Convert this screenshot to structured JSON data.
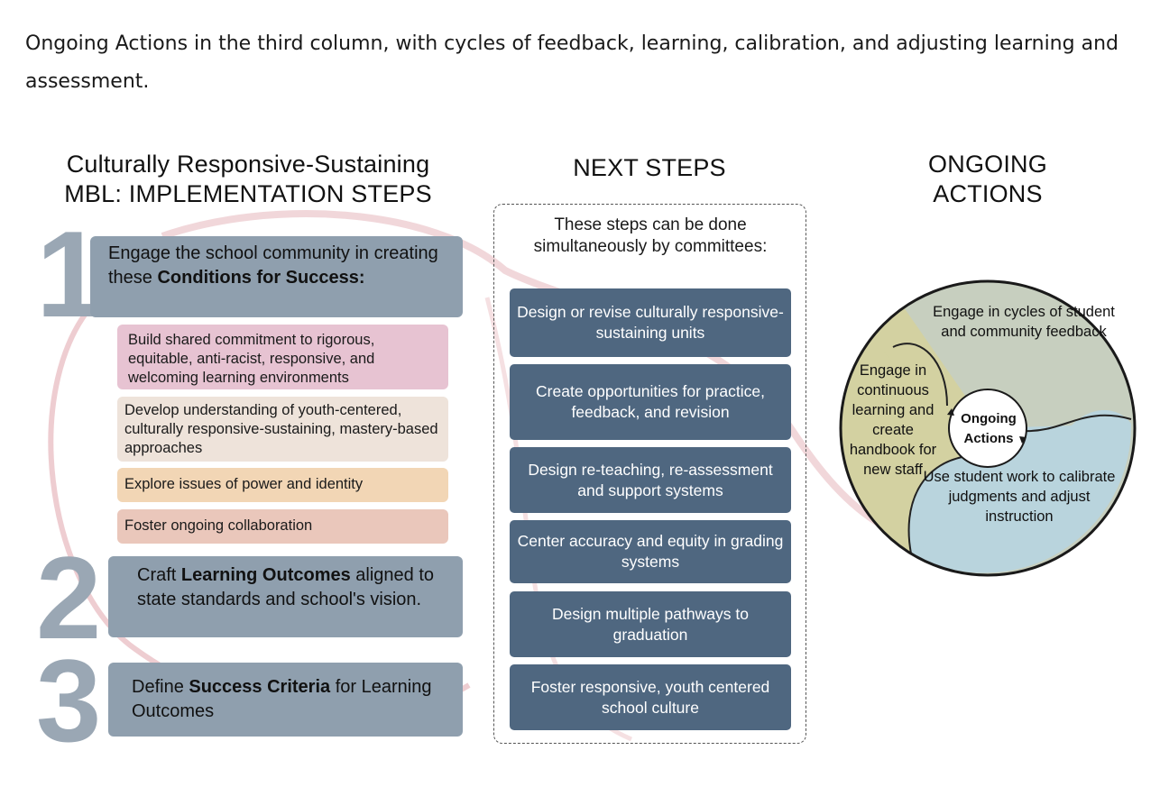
{
  "intro": {
    "text": "Ongoing Actions in the third column, with cycles of feedback, learning, calibration, and adjusting learning and assessment."
  },
  "left": {
    "heading_line1": "Culturally Responsive-Sustaining",
    "heading_line2": "MBL: IMPLEMENTATION STEPS",
    "steps": [
      {
        "number": "1",
        "text_before": "Engage the school community in creating these ",
        "bold": "Conditions for Success:",
        "text_after": ""
      },
      {
        "number": "2",
        "text_before": "Craft ",
        "bold": "Learning Outcomes",
        "text_after": " aligned to state standards and school's vision."
      },
      {
        "number": "3",
        "text_before": "Define ",
        "bold": "Success Criteria",
        "text_after": " for Learning Outcomes"
      }
    ],
    "conditions": [
      "Build shared commitment to rigorous, equitable, anti-racist, responsive, and welcoming learning environments",
      "Develop understanding of youth-centered, culturally responsive-sustaining, mastery-based approaches",
      "Explore issues of power and identity",
      "Foster ongoing collaboration"
    ]
  },
  "middle": {
    "heading": "NEXT STEPS",
    "intro": "These steps can be done simultaneously by committees:",
    "boxes": [
      "Design or revise culturally responsive-sustaining units",
      "Create opportunities for practice, feedback, and revision",
      "Design re-teaching, re-assessment and support systems",
      "Center accuracy and equity in grading systems",
      "Design multiple pathways to graduation",
      "Foster responsive, youth centered school culture"
    ]
  },
  "right": {
    "heading_line1": "ONGOING",
    "heading_line2": "ACTIONS",
    "center_line1": "Ongoing",
    "center_line2": "Actions",
    "segments": [
      "Engage in cycles of student and community feedback",
      "Engage in continuous learning and create handbook for new staff",
      "Use student work to calibrate judgments and adjust instruction"
    ]
  },
  "colors": {
    "step_box": "#8f9fae",
    "number": "#9aa7b4",
    "next_step_box": "#4f6780",
    "condition_1": "#e7c3d2",
    "condition_2": "#eee3da",
    "condition_3": "#f2d6b5",
    "condition_4": "#eac7bb",
    "segment_feedback": "#c7cfbf",
    "segment_learning": "#d3d1a1",
    "segment_calibrate": "#b9d4dd",
    "ribbon": "#e5b2b9"
  }
}
